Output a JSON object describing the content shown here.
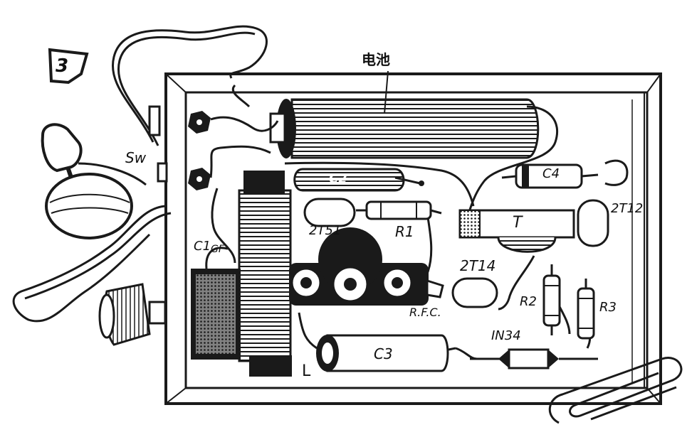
{
  "figure_number": "3",
  "labels": {
    "battery": "电池",
    "switch": "Sw",
    "c1": "C1",
    "c2": "C2",
    "c3": "C3",
    "c4": "C4",
    "r1": "R1",
    "r2": "R2",
    "r3": "R3",
    "transistor_1": "2T51",
    "transistor_2": "2T14",
    "transistor_3": "2T12",
    "transformer": "T",
    "rf_choke": "R.F.C.",
    "diode": "IN34",
    "inductor": "L",
    "c1_extra": "GF"
  },
  "colors": {
    "ink": "#1a1a1a",
    "paper": "#ffffff",
    "shade": "#555555"
  }
}
